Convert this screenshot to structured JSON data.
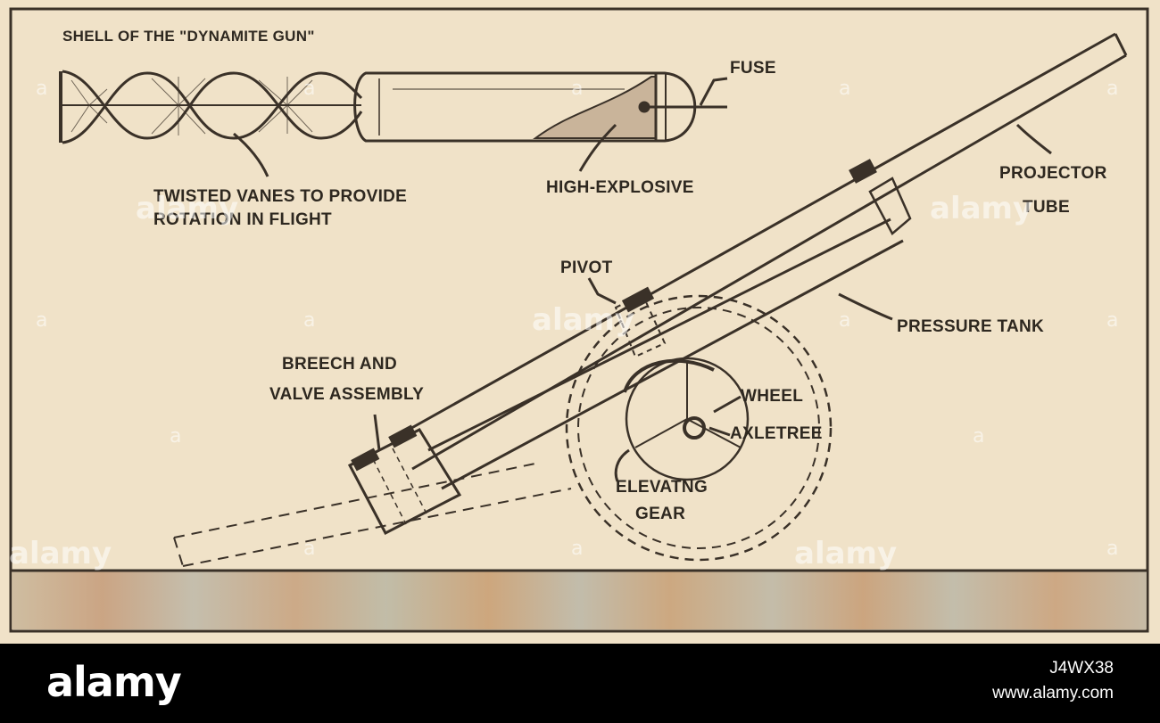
{
  "labels": {
    "title": "SHELL OF THE \"DYNAMITE GUN\"",
    "fuse": "FUSE",
    "vanes_line1": "TWISTED VANES TO PROVIDE",
    "vanes_line2": "ROTATION IN FLIGHT",
    "high_explosive": "HIGH-EXPLOSIVE",
    "projector_line1": "PROJECTOR",
    "projector_line2": "TUBE",
    "pivot": "PIVOT",
    "pressure_tank": "PRESSURE TANK",
    "breech_line1": "BREECH AND",
    "breech_line2": "VALVE ASSEMBLY",
    "wheel": "WHEEL",
    "axletree": "AXLETREE",
    "elevating_line1": "ELEVATNG",
    "elevating_line2": "GEAR"
  },
  "watermark": {
    "text": "alamy"
  },
  "footer": {
    "logo": "alamy",
    "image_id": "J4WX38",
    "site": "www.alamy.com"
  },
  "colors": {
    "paper": "#f0e2c8",
    "ink": "#3a3128",
    "footer_bg": "#000000"
  }
}
